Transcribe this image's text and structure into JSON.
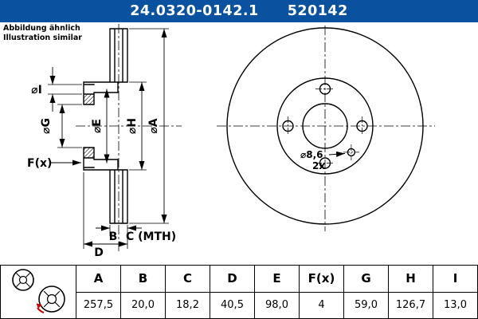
{
  "header": {
    "part_number": "24.0320-0142.1",
    "ref_number": "520142",
    "bar_color": "#0a52a0"
  },
  "note": {
    "line1": "Abbildung ähnlich",
    "line2": "Illustration similar"
  },
  "drawing": {
    "labels": {
      "dia_i": "⌀I",
      "dia_g": "⌀G",
      "dia_e": "⌀E",
      "dia_h": "⌀H",
      "dia_a": "⌀A",
      "f_count": "F(x)",
      "thickness_b": "B",
      "thickness_c": "C (MTH)",
      "height_d": "D",
      "small_hole_dia": "⌀8,6",
      "small_hole_count": "2x"
    },
    "icons": {
      "disc_small": "brake-disc-icon",
      "disc_large": "brake-disc-icon",
      "arrow_color": "#cc0000"
    }
  },
  "table": {
    "columns": [
      "A",
      "B",
      "C",
      "D",
      "E",
      "F(x)",
      "G",
      "H",
      "I"
    ],
    "values": [
      "257,5",
      "20,0",
      "18,2",
      "40,5",
      "98,0",
      "4",
      "59,0",
      "126,7",
      "13,0"
    ]
  }
}
